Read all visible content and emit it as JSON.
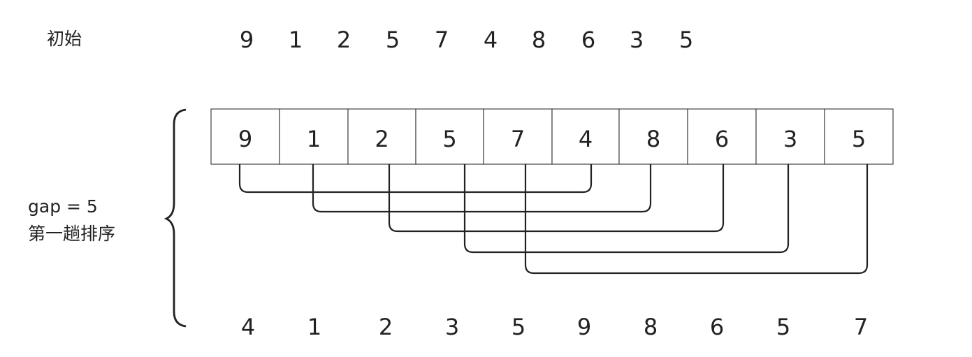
{
  "labels": {
    "initial": "初始",
    "gap": "gap = 5",
    "pass": "第一趟排序"
  },
  "initial_row": [
    "9",
    "1",
    "2",
    "5",
    "7",
    "4",
    "8",
    "6",
    "3",
    "5"
  ],
  "array_cells": [
    "9",
    "1",
    "2",
    "5",
    "7",
    "4",
    "8",
    "6",
    "3",
    "5"
  ],
  "result_row": [
    "4",
    "1",
    "2",
    "3",
    "5",
    "9",
    "8",
    "6",
    "5",
    "7"
  ],
  "gap_pairs": [
    [
      0,
      5
    ],
    [
      1,
      6
    ],
    [
      2,
      7
    ],
    [
      3,
      8
    ],
    [
      4,
      9
    ]
  ]
}
